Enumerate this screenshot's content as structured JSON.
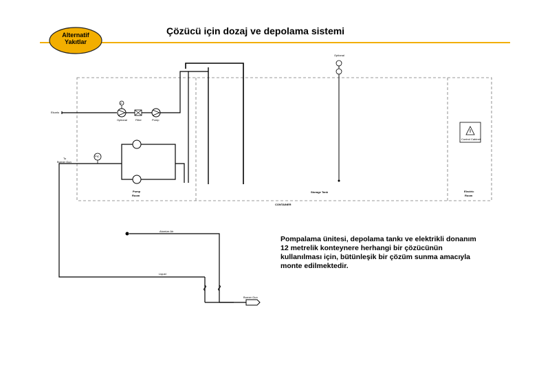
{
  "logo": {
    "line1": "Alternatif",
    "line2": "Yakıtlar"
  },
  "title": "Çözücü için dozaj ve depolama sistemi",
  "description": "Pompalama ünitesi, depolama tankı ve elektrikli donanım 12 metrelik konteynere herhangi bir çözücünün kullanılması için, bütünleşik bir çözüm sunma amacıyla monte edilmektedir.",
  "diagram": {
    "inlet_label": "Ekunlu",
    "valve_label": "Optional",
    "pressure_gauge": "P",
    "filter_label": "Filter",
    "pump_label": "Pump",
    "gauge_label": "Optional",
    "pi_label": "PIC",
    "to_burner_1": "To",
    "to_burner_2": "Burner Gun",
    "pump_room_1": "Pump",
    "pump_room_2": "Room",
    "storage_tank": "Storage Tank",
    "electric_1": "Electric",
    "electric_2": "Room",
    "container": "CONTAINER",
    "control_panel": "Control Cabinet",
    "atom_air": "Atomize Air",
    "liquid": "Liquid",
    "burner_gun": "Burner Gun",
    "warning_icon": "warning-triangle-icon",
    "accent_color": "#F2AE00"
  }
}
